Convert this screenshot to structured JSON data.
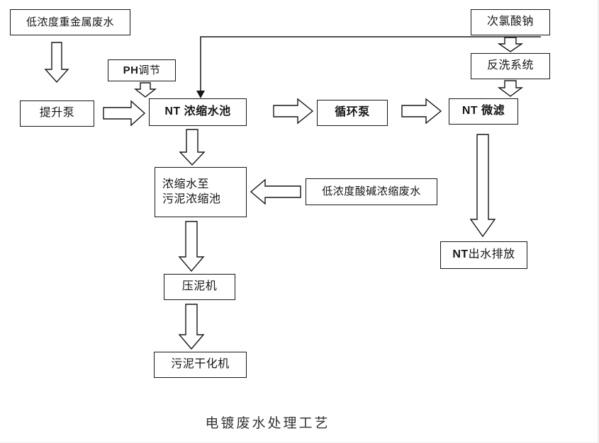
{
  "diagram": {
    "caption": "电镀废水处理工艺",
    "nodes": {
      "low_heavy_metal": "低浓度重金属废水",
      "lift_pump": "提升泵",
      "ph_bold": "PH",
      "ph_rest": " 调节",
      "nt_tank": "NT 浓缩水池",
      "circulation_pump": "循环泵",
      "nt_microfilter": "NT 微滤",
      "sodium_hypochlorite": "次氯酸钠",
      "backwash_system": "反洗系统",
      "concentrate_line1": "浓缩水至",
      "concentrate_line2": "污泥浓缩池",
      "acid_alkali": "低浓度酸碱浓缩废水",
      "mud_press": "压泥机",
      "sludge_dryer": "污泥干化机",
      "nt_discharge_bold": "NT",
      "nt_discharge_rest": "出水排放"
    },
    "colors": {
      "line": "#161616",
      "box_background": "#ffffff",
      "text": "#161616"
    }
  }
}
